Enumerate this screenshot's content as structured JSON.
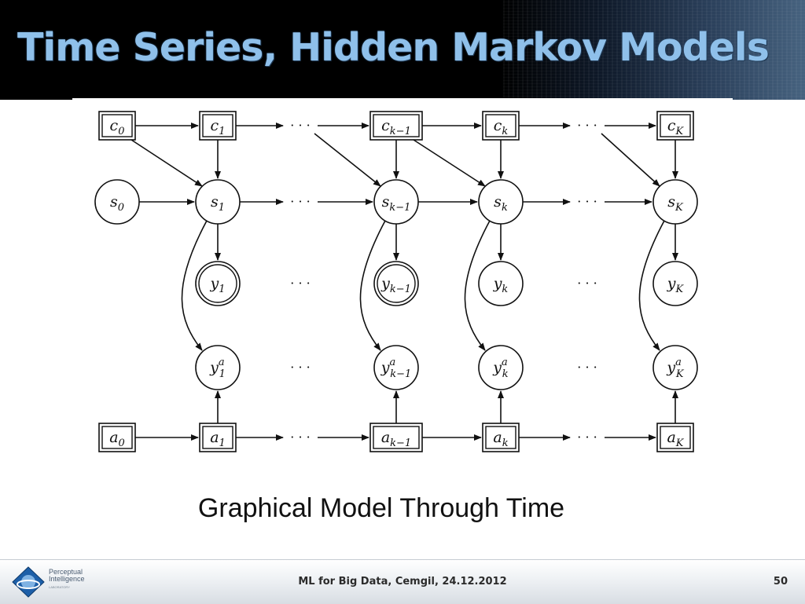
{
  "slide": {
    "title": "Time Series, Hidden Markov Models",
    "caption": "Graphical Model Through Time",
    "footer": "ML for Big Data, Cemgil, 24.12.2012",
    "page_number": "50",
    "logo_text": "Perceptual Intelligence",
    "logo_subtext": "LABORATORY"
  },
  "diagram": {
    "columns": [
      {
        "id": "0",
        "nodes": {
          "c": "c",
          "s": "s",
          "a": "a"
        },
        "sub": "0"
      },
      {
        "id": "1",
        "nodes": {
          "c": "c",
          "s": "s",
          "y": "y",
          "ya": "y",
          "a": "a"
        },
        "sub": "1",
        "sup": "a"
      },
      {
        "id": "k-1",
        "nodes": {
          "c": "c",
          "s": "s",
          "y": "y",
          "ya": "y",
          "a": "a"
        },
        "sub": "k−1",
        "sup": "a"
      },
      {
        "id": "k",
        "nodes": {
          "c": "c",
          "s": "s",
          "y": "y",
          "ya": "y",
          "a": "a"
        },
        "sub": "k",
        "sup": "a"
      },
      {
        "id": "K",
        "nodes": {
          "c": "c",
          "s": "s",
          "y": "y",
          "ya": "y",
          "a": "a"
        },
        "sub": "K",
        "sup": "a"
      }
    ],
    "ellipsis": "· · ·"
  }
}
